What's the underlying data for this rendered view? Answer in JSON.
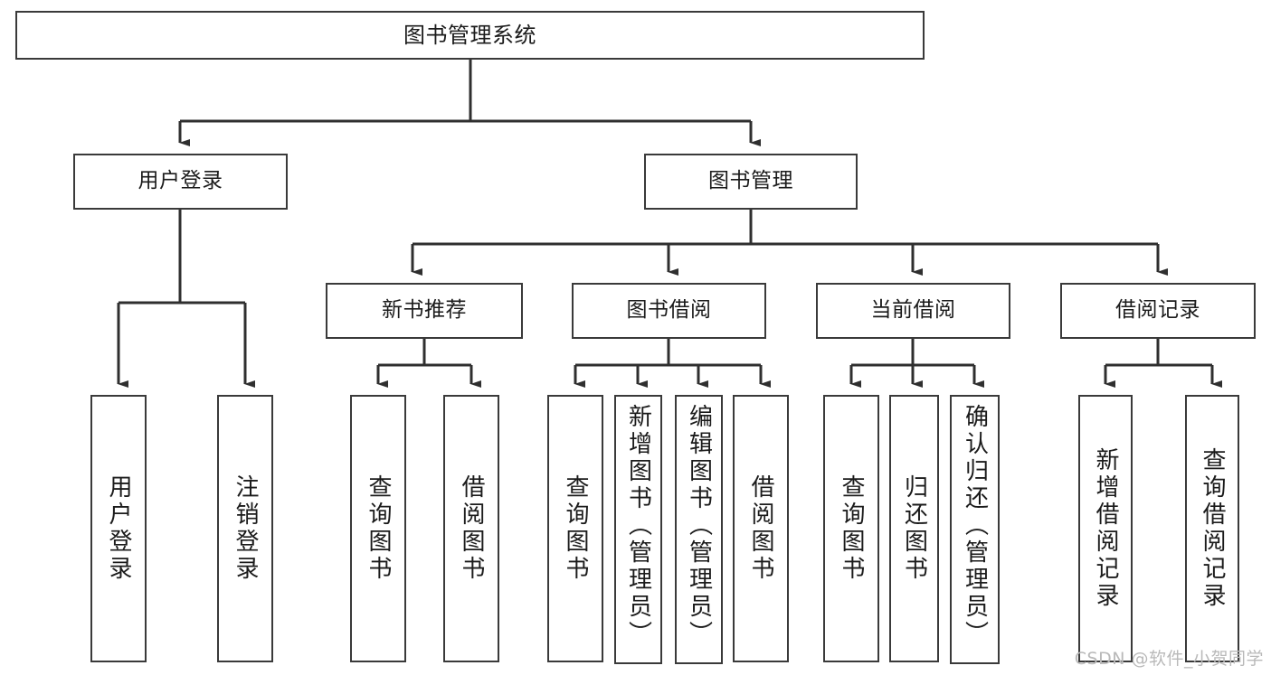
{
  "diagram": {
    "title": "图书管理系统",
    "type": "hierarchy-tree",
    "root": {
      "label": "图书管理系统"
    },
    "level2": [
      {
        "label": "用户登录"
      },
      {
        "label": "图书管理"
      }
    ],
    "level3": [
      {
        "label": "新书推荐"
      },
      {
        "label": "图书借阅"
      },
      {
        "label": "当前借阅"
      },
      {
        "label": "借阅记录"
      }
    ],
    "leaves": [
      {
        "label": "用户登录"
      },
      {
        "label": "注销登录"
      },
      {
        "label": "查询图书"
      },
      {
        "label": "借阅图书"
      },
      {
        "label": "查询图书"
      },
      {
        "label": "新增图书（管理员）"
      },
      {
        "label": "编辑图书（管理员）"
      },
      {
        "label": "借阅图书"
      },
      {
        "label": "查询图书"
      },
      {
        "label": "归还图书"
      },
      {
        "label": "确认归还（管理员）"
      },
      {
        "label": "新增借阅记录"
      },
      {
        "label": "查询借阅记录"
      }
    ],
    "watermark": "CSDN @软件_小贺同学",
    "colors": {
      "stroke": "#3a3a3a",
      "fill": "#ffffff",
      "text": "#1b1b1b",
      "watermark": "#b9b9b9"
    }
  }
}
